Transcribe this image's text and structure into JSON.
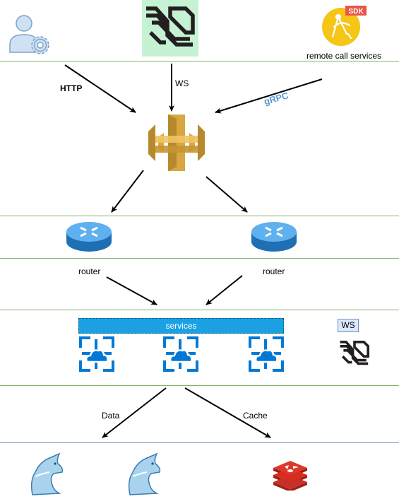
{
  "top": {
    "remote_label": "remote call services",
    "sdk_badge": "SDK"
  },
  "edges": {
    "http": "HTTP",
    "ws": "WS",
    "grpc": "gRPC",
    "data": "Data",
    "cache": "Cache"
  },
  "routers": {
    "left_label": "router",
    "right_label": "router"
  },
  "services": {
    "bar_label": "services",
    "ws_badge": "WS"
  },
  "colors": {
    "separator": "#82b366",
    "bottom_separator": "#6c8ebf",
    "services_blue": "#1ba1e2",
    "gateway_gold": "#d9a741",
    "router_blue": "#2b8fd6",
    "sdk_yellow": "#f5c518",
    "sdk_red": "#e8574a",
    "redis_red": "#c6302b",
    "websocket_bg": "#c6f2d4",
    "grpc_text": "#5b9bd5"
  },
  "icons": {
    "user": "user-settings-icon",
    "websocket": "websocket-icon",
    "sdk": "sdk-icon",
    "gateway": "api-gateway-icon",
    "router": "router-icon",
    "service": "cloud-service-icon",
    "mysql": "mysql-dolphin-icon",
    "redis": "redis-icon"
  }
}
